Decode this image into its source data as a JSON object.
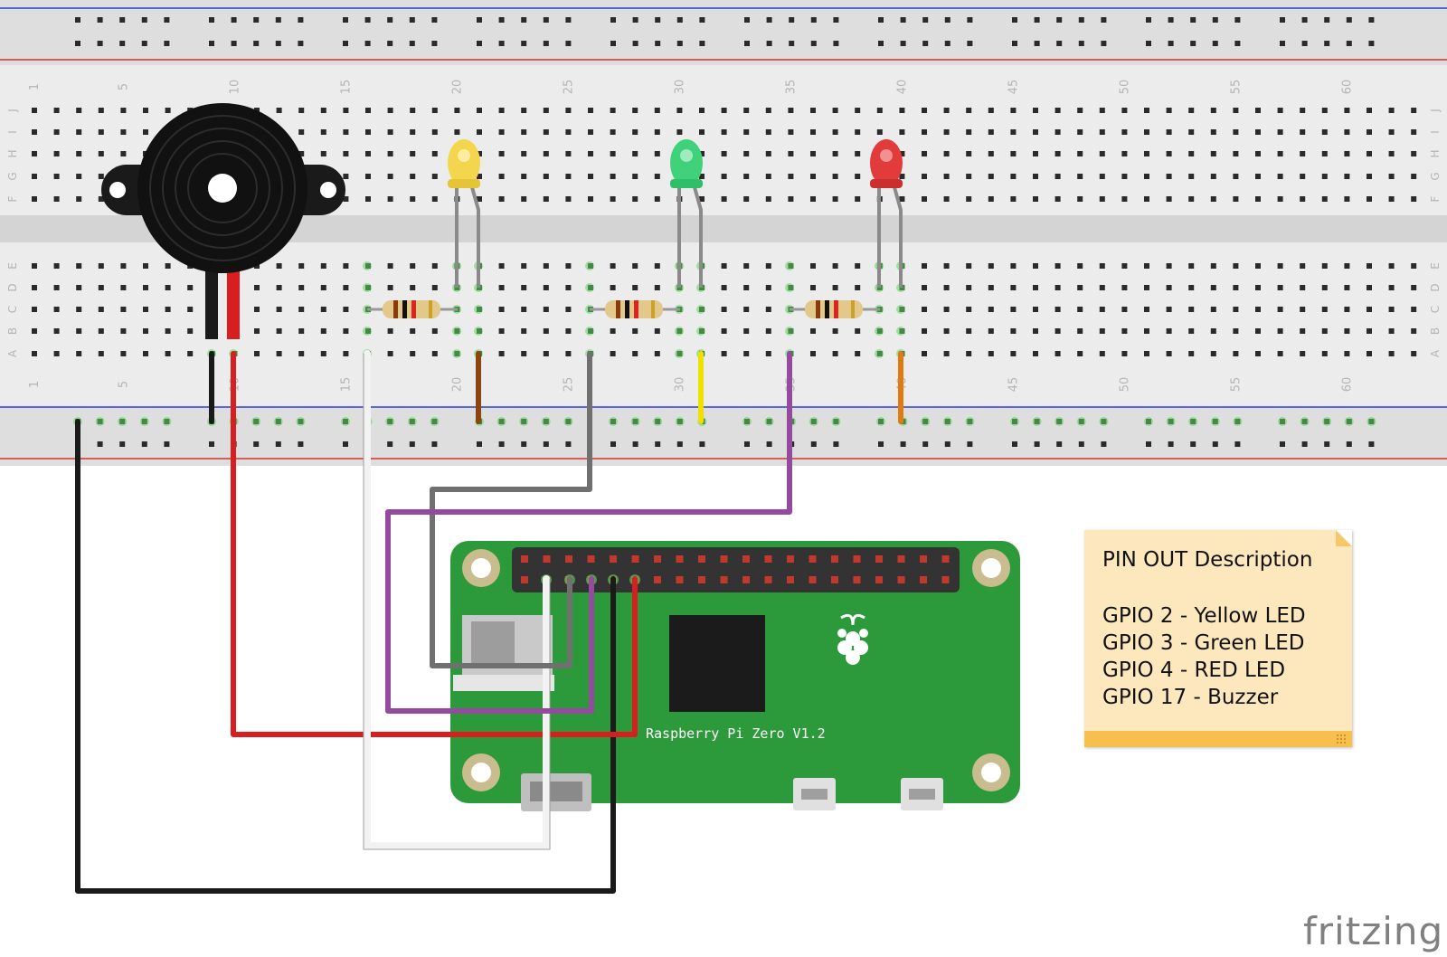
{
  "breadboard": {
    "column_numbers": [
      "1",
      "5",
      "10",
      "15",
      "20",
      "25",
      "30",
      "35",
      "40",
      "45",
      "50",
      "55",
      "60"
    ],
    "row_letters_top": [
      "J",
      "I",
      "H",
      "G",
      "F"
    ],
    "row_letters_bottom": [
      "E",
      "D",
      "C",
      "B",
      "A"
    ]
  },
  "components": {
    "buzzer": "piezo-buzzer",
    "leds": [
      {
        "color": "yellow",
        "hex": "#f4d64e"
      },
      {
        "color": "green",
        "hex": "#3fd27a"
      },
      {
        "color": "red",
        "hex": "#e23b3b"
      }
    ],
    "resistor_count": 3
  },
  "board": {
    "label": "Raspberry Pi Zero V1.2",
    "pcb_color": "#2c9a3a"
  },
  "wire_colors": {
    "black": "#1a1a1a",
    "red": "#d81e1e",
    "white": "#f2f2f2",
    "gray": "#707070",
    "purple": "#944a9e",
    "brown": "#8b4513",
    "yellow": "#f0e000",
    "orange": "#e07b12"
  },
  "note": {
    "title": "PIN OUT Description",
    "lines": [
      "GPIO 2 - Yellow LED",
      "GPIO 3 - Green LED",
      "GPIO 4 - RED LED",
      "GPIO 17 - Buzzer"
    ]
  },
  "brand": "fritzing"
}
